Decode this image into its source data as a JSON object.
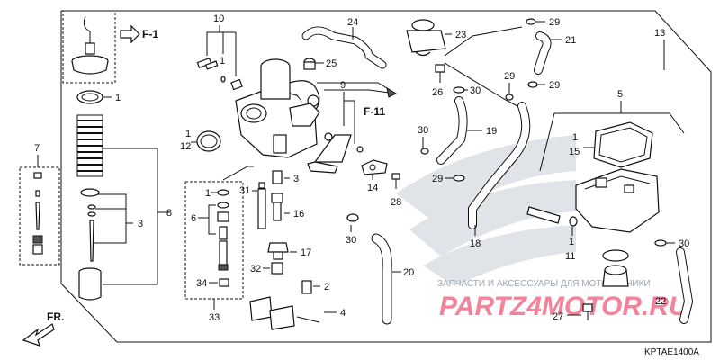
{
  "diagram": {
    "part_code": "KPTAE1400A",
    "ref_f1": "F-1",
    "ref_f11": "F-11",
    "front_label": "FR.",
    "watermark_text": "ЗАПЧАСТИ И АКСЕССУАРЫ ДЛЯ МОТОТЕХНИКИ",
    "watermark_brand": "PARTZ4MOTOR.RU",
    "callouts": {
      "c1a": "1",
      "c1b": "1",
      "c1c": "1",
      "c1d": "1",
      "c1e": "1",
      "c2": "2",
      "c3a": "3",
      "c3b": "3",
      "c4": "4",
      "c5": "5",
      "c6": "6",
      "c7": "7",
      "c8": "8",
      "c9": "9",
      "c10": "10",
      "c11": "11",
      "c12": "12",
      "c13": "13",
      "c14": "14",
      "c15": "15",
      "c16": "16",
      "c17": "17",
      "c18": "18",
      "c19": "19",
      "c20": "20",
      "c21": "21",
      "c22": "22",
      "c23": "23",
      "c24": "24",
      "c25": "25",
      "c26": "26",
      "c27": "27",
      "c28": "28",
      "c29a": "29",
      "c29b": "29",
      "c29c": "29",
      "c29d": "29",
      "c30a": "30",
      "c30b": "30",
      "c30c": "30",
      "c30d": "30",
      "c31": "31",
      "c32": "32",
      "c33": "33",
      "c34": "34"
    }
  }
}
